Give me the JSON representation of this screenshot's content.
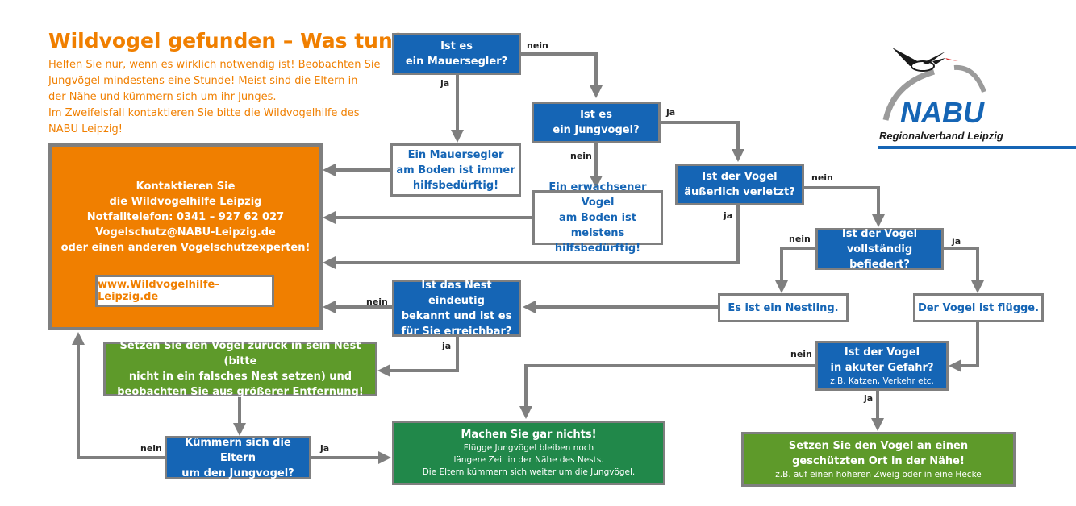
{
  "header": {
    "title": "Wildvogel gefunden – Was tun?",
    "intro": [
      "Helfen Sie nur, wenn es wirklich notwendig ist! Beobachten Sie",
      "Jungvögel mindestens eine Stunde! Meist sind die Eltern in",
      "der Nähe und kümmern sich um ihr Junges.",
      "Im Zweifelsfall kontaktieren Sie bitte die Wildvogelhilfe des",
      "NABU Leipzig!"
    ]
  },
  "logo": {
    "name": "NABU",
    "subtitle": "Regionalverband Leipzig",
    "color": "#1565b5"
  },
  "contact": {
    "lines": [
      "Kontaktieren Sie",
      "die Wildvogelhilfe Leipzig",
      "Notfalltelefon: 0341 – 927 62 027",
      "Vogelschutz@NABU-Leipzig.de",
      "oder einen anderen Vogelschutzexperten!"
    ],
    "url": "www.Wildvogelhilfe-Leipzig.de"
  },
  "nodes": {
    "q_mauersegler": [
      "Ist es",
      "ein Mauersegler?"
    ],
    "q_jungvogel": [
      "Ist es",
      "ein Jungvogel?"
    ],
    "q_verletzt": [
      "Ist der Vogel",
      "äußerlich verletzt?"
    ],
    "q_befiedert": [
      "Ist der Vogel",
      "vollständig befiedert?"
    ],
    "q_nest": [
      "Ist das Nest eindeutig",
      "bekannt und ist es",
      "für Sie erreichbar?"
    ],
    "q_eltern": [
      "Kümmern sich die Eltern",
      "um den Jungvogel?"
    ],
    "q_gefahr": [
      "Ist der Vogel",
      "in akuter Gefahr?"
    ],
    "q_gefahr_note": "z.B. Katzen, Verkehr etc.",
    "i_mauersegler": [
      "Ein Mauersegler",
      "am Boden ist immer",
      "hilfsbedürftig!"
    ],
    "i_erwachsen": [
      "Ein erwachsener Vogel",
      "am Boden ist meistens",
      "hilfsbedürftig!"
    ],
    "i_nestling": [
      "Es ist ein Nestling."
    ],
    "i_fluegge": [
      "Der Vogel ist flügge."
    ],
    "a_zurueck": [
      "Setzen Sie den Vogel zurück in sein Nest (bitte",
      "nicht in ein falsches Nest setzen) und",
      "beobachten Sie aus größerer Entfernung!"
    ],
    "a_nichts_title": "Machen Sie gar nichts!",
    "a_nichts_notes": [
      "Flügge Jungvögel bleiben  noch",
      "längere Zeit in der Nähe des Nests.",
      "Die Eltern kümmern sich weiter um die Jungvögel."
    ],
    "a_ort_title": [
      "Setzen Sie den Vogel an einen",
      "geschützten Ort in der Nähe!"
    ],
    "a_ort_note": "z.B. auf einen höheren Zweig oder in eine Hecke"
  },
  "labels": {
    "ja": "ja",
    "nein": "nein"
  },
  "colors": {
    "blue": "#1565b5",
    "orange": "#f07f00",
    "green": "#5e9a2a",
    "dark_green": "#21884a",
    "connector": "#7f7f7f"
  }
}
